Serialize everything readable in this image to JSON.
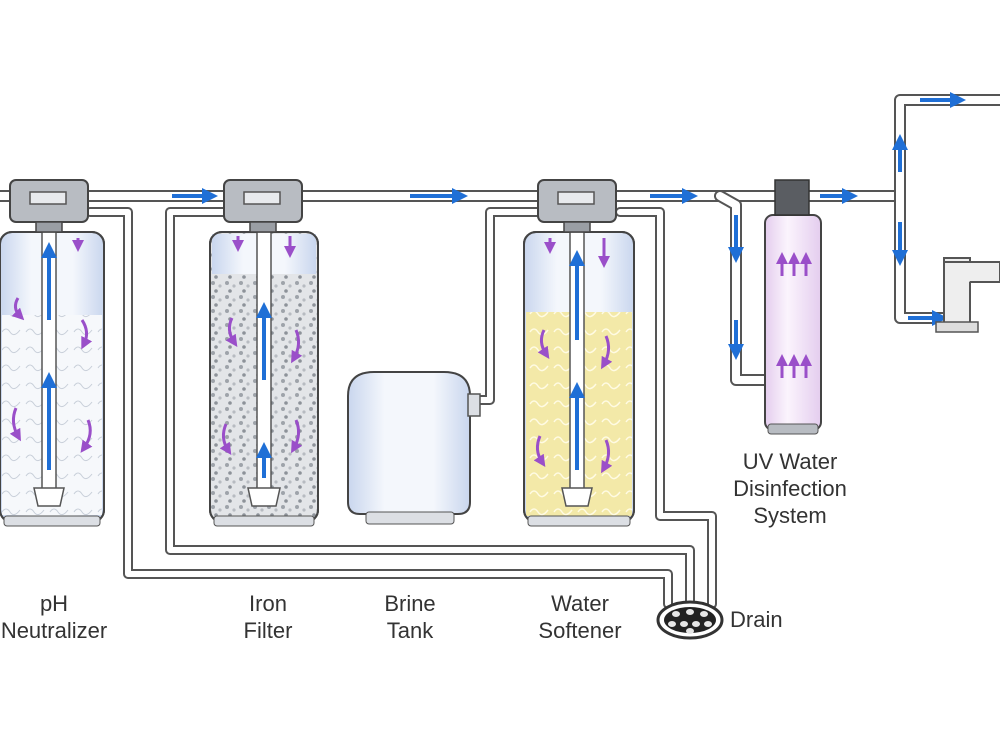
{
  "colors": {
    "flow_arrow": "#1f6fd6",
    "mix_arrow": "#9a4fc9",
    "pipe_outline": "#555555",
    "label_text": "#333333",
    "softener_media": "#f3e9a8",
    "tank_glass": "#dde6f5",
    "uv_tube": "#f2e3f7"
  },
  "components": {
    "ph_neutralizer": {
      "line1": "pH",
      "line2": "Neutralizer"
    },
    "iron_filter": {
      "line1": "Iron",
      "line2": "Filter"
    },
    "brine_tank": {
      "line1": "Brine",
      "line2": "Tank"
    },
    "water_softener": {
      "line1": "Water",
      "line2": "Softener"
    },
    "uv_system": {
      "line1": "UV Water",
      "line2": "Disinfection",
      "line3": "System"
    },
    "drain": {
      "label": "Drain"
    }
  },
  "icons": [
    "flow-arrow-icon",
    "drain-grate-icon",
    "faucet-icon",
    "control-valve-icon"
  ]
}
